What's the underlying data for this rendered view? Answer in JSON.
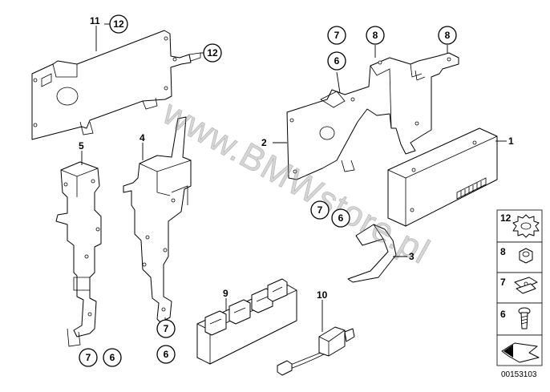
{
  "watermark": "www.BMWstore.pl",
  "diagram_code": "00153103",
  "parts": {
    "p1": "1",
    "p2": "2",
    "p3": "3",
    "p4": "4",
    "p5": "5",
    "p9": "9",
    "p10": "10",
    "p11": "11"
  },
  "callouts": {
    "c12_top": "12",
    "c12_right": "12",
    "c7_top": "7",
    "c6_top": "6",
    "c8_a": "8",
    "c8_b": "8",
    "c7_mid": "7",
    "c6_mid": "6",
    "c7_left": "7",
    "c6_left": "6",
    "c7_bottom": "7",
    "c6_bottom": "6"
  },
  "legend": [
    {
      "number": "12",
      "icon": "clip-nut-icon"
    },
    {
      "number": "8",
      "icon": "hex-nut-icon"
    },
    {
      "number": "7",
      "icon": "spring-nut-icon"
    },
    {
      "number": "6",
      "icon": "screw-icon"
    }
  ]
}
